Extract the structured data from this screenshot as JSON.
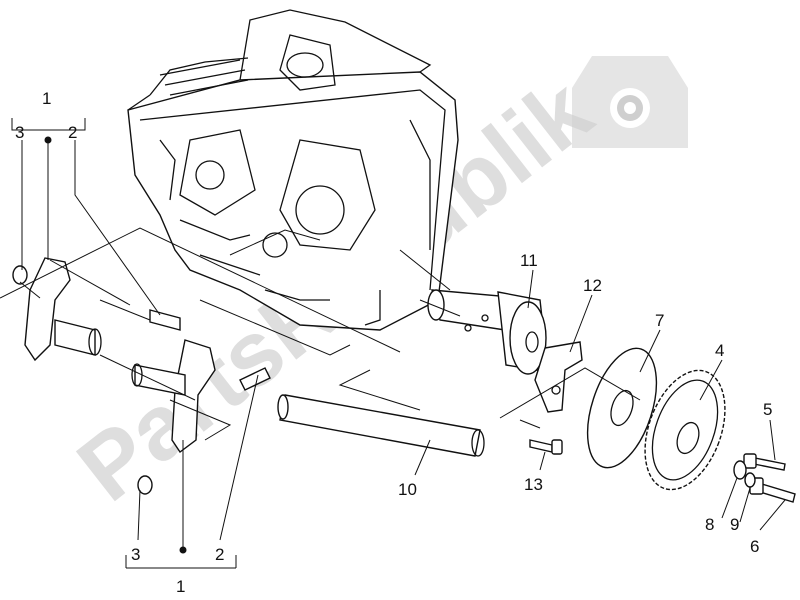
{
  "watermark": {
    "text": "PartsRepublik",
    "gear_icon": "gear-icon"
  },
  "callouts": {
    "group_top": {
      "main": "1",
      "left": "3",
      "right": "2"
    },
    "group_bottom": {
      "main": "1",
      "left": "3",
      "right": "2"
    },
    "p4": "4",
    "p5": "5",
    "p6": "6",
    "p7": "7",
    "p8": "8",
    "p9": "9",
    "p10": "10",
    "p11": "11",
    "p12": "12",
    "p13": "13"
  }
}
